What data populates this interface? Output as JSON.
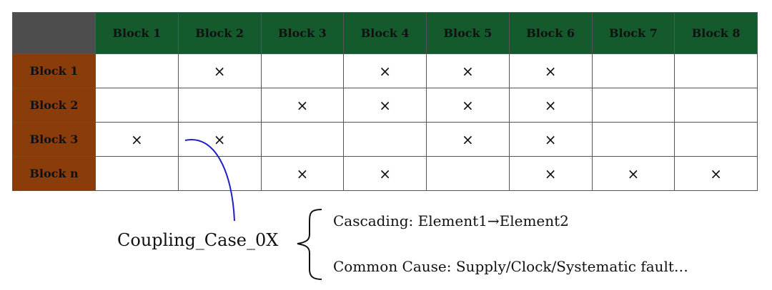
{
  "matrix": {
    "columns": [
      "Block 1",
      "Block 2",
      "Block 3",
      "Block 4",
      "Block 5",
      "Block 6",
      "Block 7",
      "Block 8"
    ],
    "rows": [
      {
        "label": "Block 1",
        "cells": [
          "",
          "×",
          "",
          "×",
          "×",
          "×",
          "",
          ""
        ]
      },
      {
        "label": "Block 2",
        "cells": [
          "",
          "",
          "×",
          "×",
          "×",
          "×",
          "",
          ""
        ]
      },
      {
        "label": "Block 3",
        "cells": [
          "×",
          "×",
          "",
          "",
          "×",
          "×",
          "",
          ""
        ]
      },
      {
        "label": "Block n",
        "cells": [
          "",
          "",
          "×",
          "×",
          "",
          "×",
          "×",
          "×"
        ]
      }
    ]
  },
  "annotation": {
    "coupling_label": "Coupling_Case_0X",
    "cascading": "Cascading: Element1→Element2",
    "common_cause": "Common Cause: Supply/Clock/Systematic fault…"
  },
  "colors": {
    "header_green": "#145a2c",
    "row_header_brown": "#8a3c0a",
    "corner_gray": "#4d4d4d",
    "connector_blue": "#1f1fc8"
  }
}
